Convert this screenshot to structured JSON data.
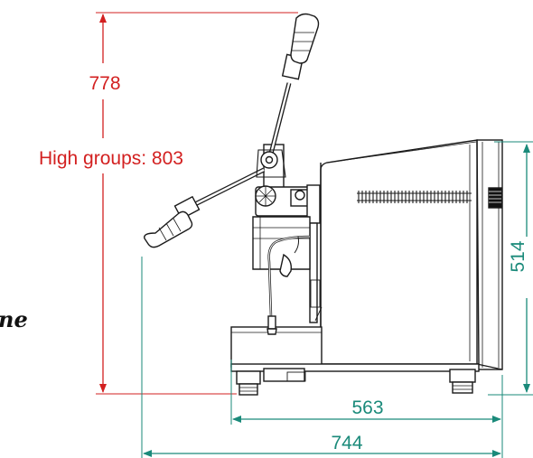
{
  "dimensions": {
    "height_total": "778",
    "height_high_groups": "High groups: 803",
    "height_body": "514",
    "depth_body": "563",
    "depth_total": "744"
  },
  "side_text": "ne",
  "colors": {
    "red_dimension": "#d32020",
    "teal_dimension": "#1a8a7a",
    "machine_line": "#1a1a1a"
  }
}
